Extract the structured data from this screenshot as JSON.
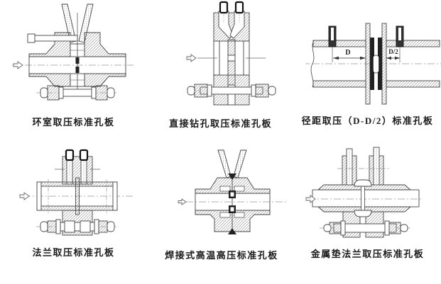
{
  "figure": {
    "background": "#ffffff",
    "line_color": "#444444",
    "hatch_color": "#8a8a8a",
    "centerline_color": "#999999",
    "text_color": "#1a1a1a"
  },
  "icons": {
    "flow_arrow": "⇨"
  },
  "panels": [
    {
      "id": "ring-chamber",
      "caption": "环室取压标准孔板"
    },
    {
      "id": "direct-drill",
      "caption": "直接钻孔取压标准孔板"
    },
    {
      "id": "radius-tap",
      "caption": "径距取压（D-D/2）标准孔板",
      "dim_label_d": "D",
      "dim_label_d2": "D/2"
    },
    {
      "id": "flange-tap",
      "caption": "法兰取压标准孔板"
    },
    {
      "id": "welded",
      "caption": "焊接式高温高压标准孔板"
    },
    {
      "id": "metal-gasket",
      "caption": "金属垫法兰取压标准孔板"
    }
  ]
}
